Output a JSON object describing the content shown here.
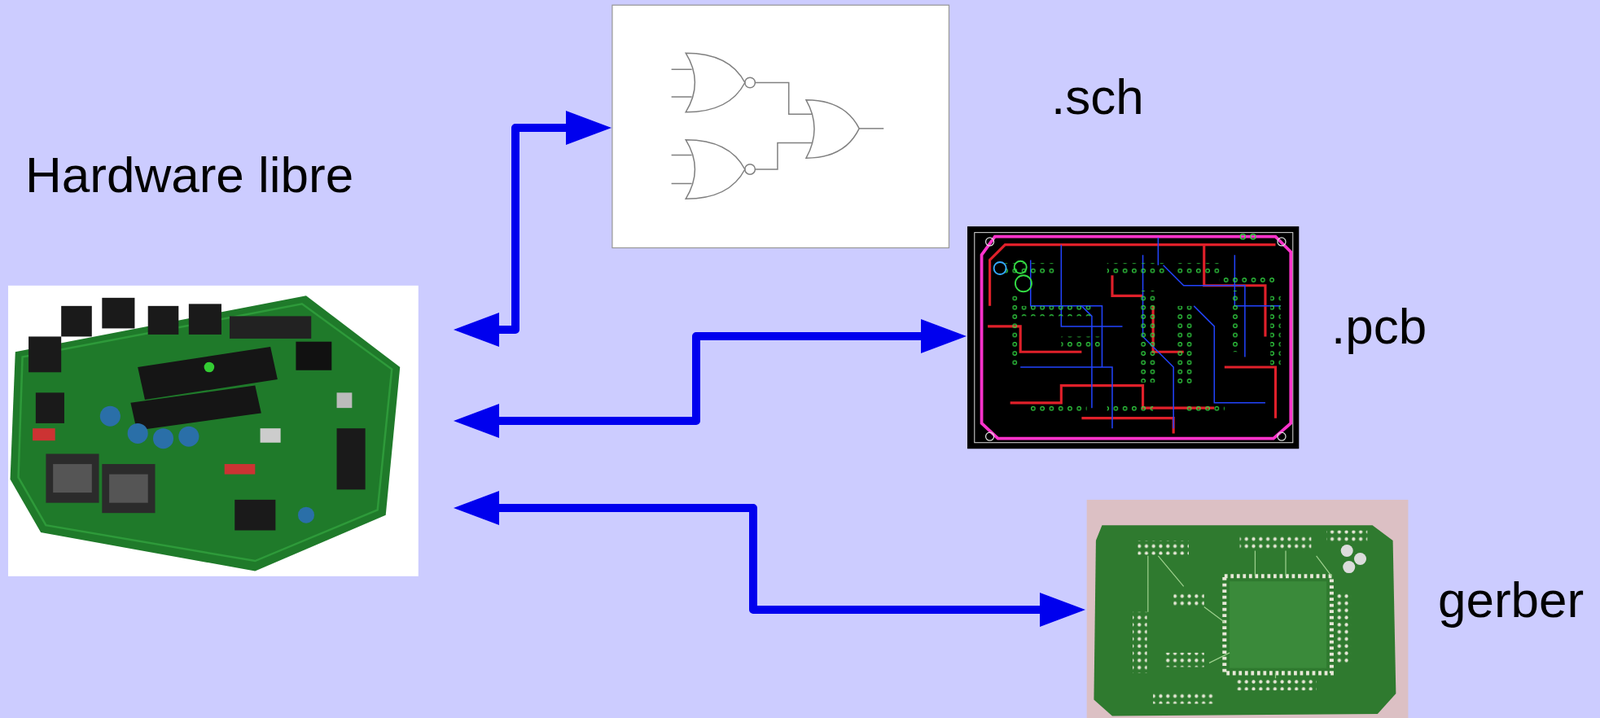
{
  "diagram": {
    "nodes": [
      {
        "text": [
          "Hardware libre"
        ]
      },
      {
        "text": [
          ".sch"
        ]
      },
      {
        "text": [
          ".pcb"
        ]
      },
      {
        "text": [
          "gerber"
        ]
      }
    ],
    "edges": [
      {
        "from": 0,
        "to": 1,
        "arrow": "both"
      },
      {
        "from": 0,
        "to": 2,
        "arrow": "both"
      },
      {
        "from": 0,
        "to": 3,
        "arrow": "both"
      }
    ]
  }
}
